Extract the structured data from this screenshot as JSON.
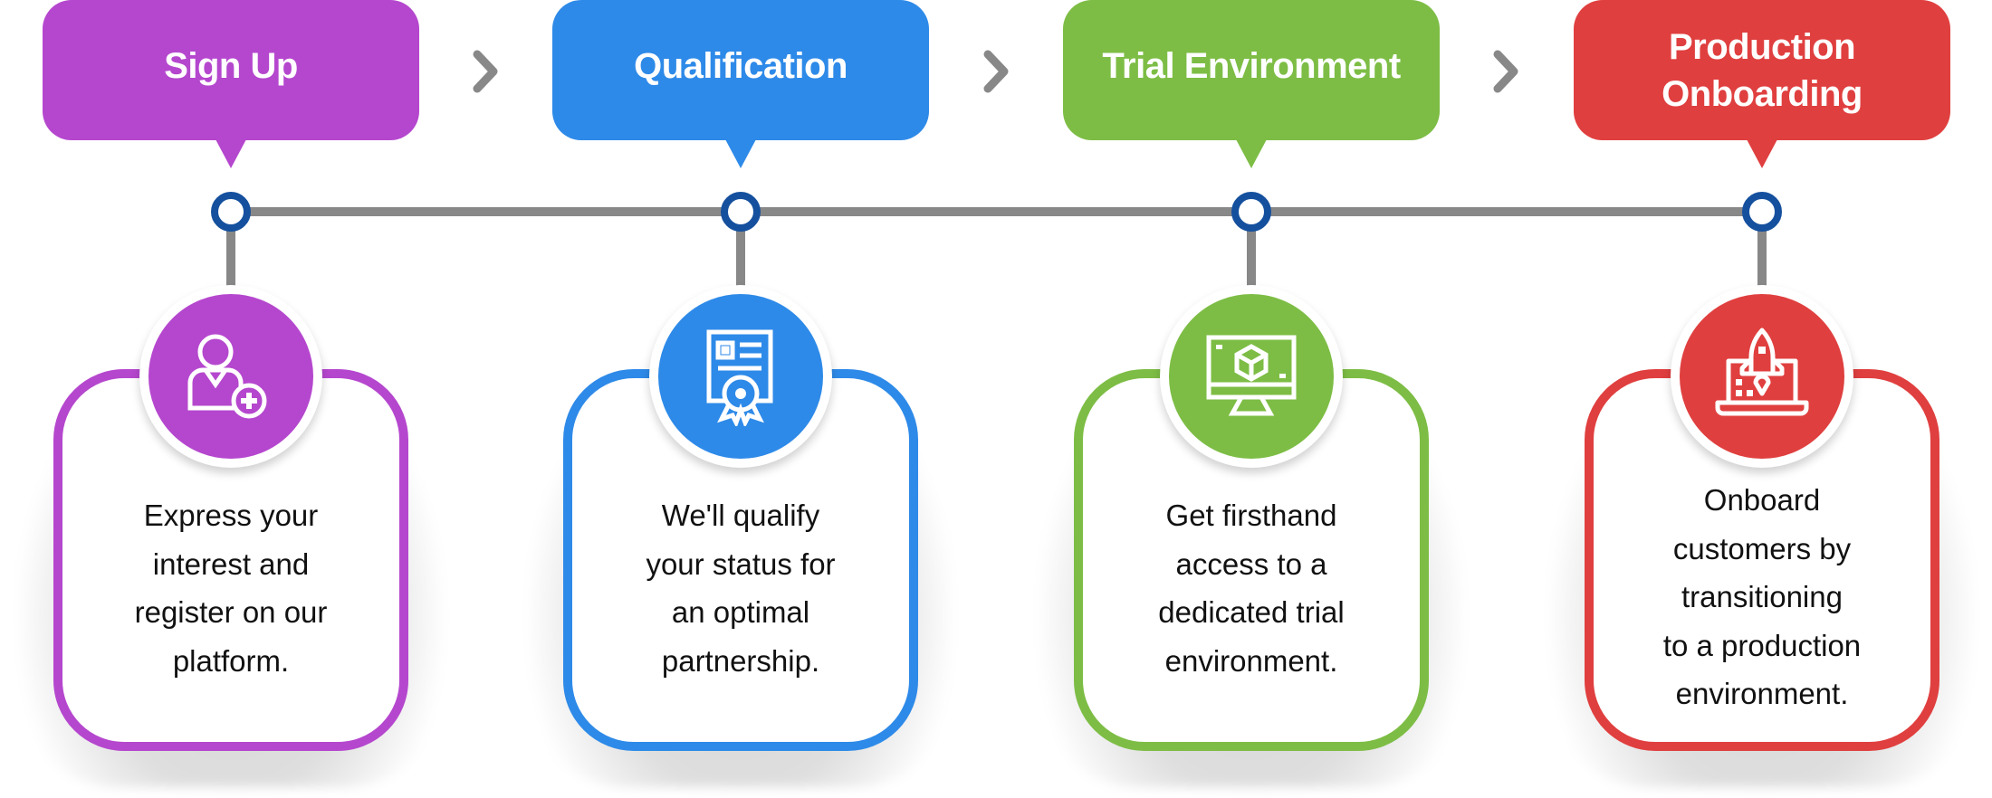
{
  "title": "Partner onboarding process",
  "colors": {
    "timeline": "#888888",
    "node_ring": "#15509E",
    "chevron": "#888888"
  },
  "steps": [
    {
      "title": "Sign Up",
      "description": "Express your\ninterest and\nregister on our\nplatform.",
      "icon": "user-add-icon",
      "color": "#B547CE"
    },
    {
      "title": "Qualification",
      "description": "We'll qualify\nyour status for\nan optimal\npartnership.",
      "icon": "certificate-icon",
      "color": "#2E8AE8"
    },
    {
      "title": "Trial Environment",
      "description": "Get firsthand\naccess to a\ndedicated trial\nenvironment.",
      "icon": "monitor-cube-icon",
      "color": "#7DBD45"
    },
    {
      "title": "Production Onboarding",
      "description": "Onboard\ncustomers by\ntransitioning\nto a production\nenvironment.",
      "icon": "laptop-rocket-icon",
      "color": "#E03F3F"
    }
  ],
  "connectors": [
    "chevron-right-icon",
    "chevron-right-icon",
    "chevron-right-icon"
  ]
}
